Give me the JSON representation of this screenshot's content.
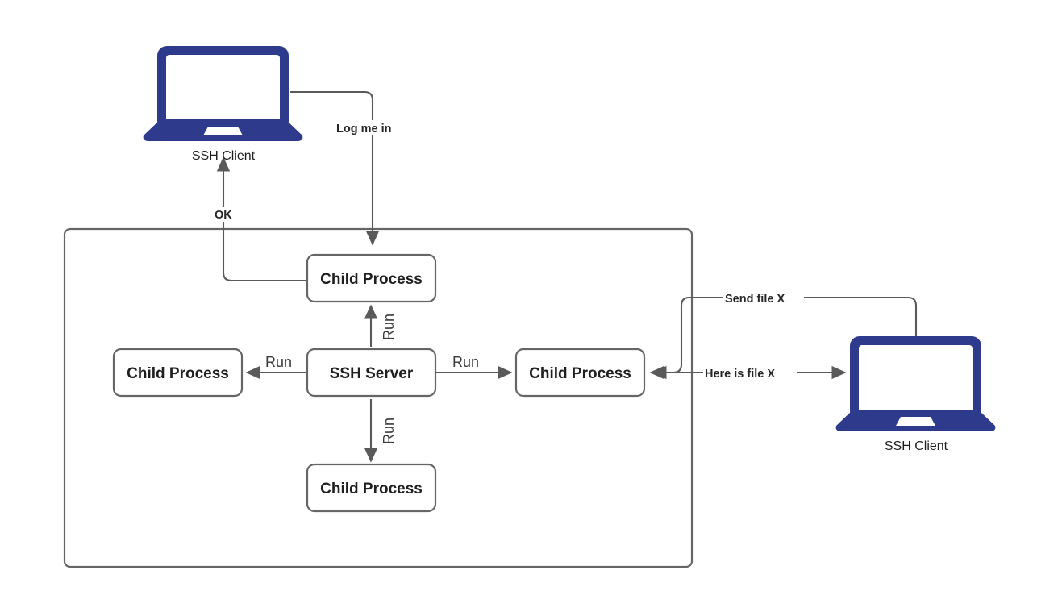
{
  "diagram": {
    "title": "SSH Server child process architecture",
    "colors": {
      "laptop_blue": "#2e3a8c",
      "box_stroke": "#666666",
      "edge_stroke": "#5a5a5a",
      "text": "#1f1f1f",
      "background": "#ffffff"
    },
    "nodes": {
      "client_top": {
        "type": "laptop-icon",
        "caption": "SSH Client"
      },
      "client_right": {
        "type": "laptop-icon",
        "caption": "SSH Client"
      },
      "server": {
        "type": "rounded-box",
        "label": "SSH Server"
      },
      "child_top": {
        "type": "rounded-box",
        "label": "Child Process"
      },
      "child_left": {
        "type": "rounded-box",
        "label": "Child Process"
      },
      "child_right": {
        "type": "rounded-box",
        "label": "Child Process"
      },
      "child_bottom": {
        "type": "rounded-box",
        "label": "Child Process"
      },
      "server_boundary": {
        "type": "container-rect",
        "label": ""
      }
    },
    "edges": [
      {
        "id": "log-me-in",
        "label": "Log me in",
        "from": "client_top",
        "to": "child_top",
        "style": "bold",
        "orientation": "horizontal",
        "arrows": "end"
      },
      {
        "id": "ok",
        "label": "OK",
        "from": "child_top",
        "to": "client_top",
        "style": "bold",
        "orientation": "horizontal",
        "arrows": "end"
      },
      {
        "id": "run-top",
        "label": "Run",
        "from": "server",
        "to": "child_top",
        "style": "plain",
        "orientation": "vertical-rotated",
        "arrows": "end"
      },
      {
        "id": "run-left",
        "label": "Run",
        "from": "server",
        "to": "child_left",
        "style": "plain",
        "orientation": "horizontal",
        "arrows": "end"
      },
      {
        "id": "run-right",
        "label": "Run",
        "from": "server",
        "to": "child_right",
        "style": "plain",
        "orientation": "horizontal",
        "arrows": "end"
      },
      {
        "id": "run-bottom",
        "label": "Run",
        "from": "server",
        "to": "child_bottom",
        "style": "plain",
        "orientation": "vertical-rotated",
        "arrows": "end"
      },
      {
        "id": "send-file-x",
        "label": "Send file X",
        "from": "client_right",
        "to": "child_right",
        "style": "bold",
        "orientation": "horizontal",
        "arrows": "end"
      },
      {
        "id": "here-is-file-x",
        "label": "Here is file X",
        "from": "child_right",
        "to": "client_right",
        "style": "bold",
        "orientation": "horizontal",
        "arrows": "both"
      }
    ]
  }
}
